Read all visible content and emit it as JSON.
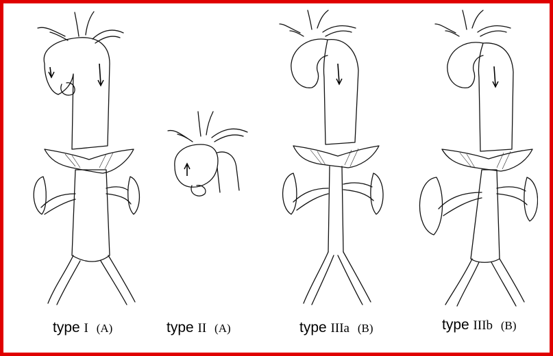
{
  "figure": {
    "border_color": "#e00000",
    "panels": [
      {
        "type_label": "type",
        "class_label": "I",
        "group_label": "(A)"
      },
      {
        "type_label": "type",
        "class_label": "II",
        "group_label": "(A)"
      },
      {
        "type_label": "type",
        "class_label": "IIIa",
        "group_label": "(B)"
      },
      {
        "type_label": "type",
        "class_label": "IIIb",
        "group_label": "(B)"
      }
    ]
  }
}
